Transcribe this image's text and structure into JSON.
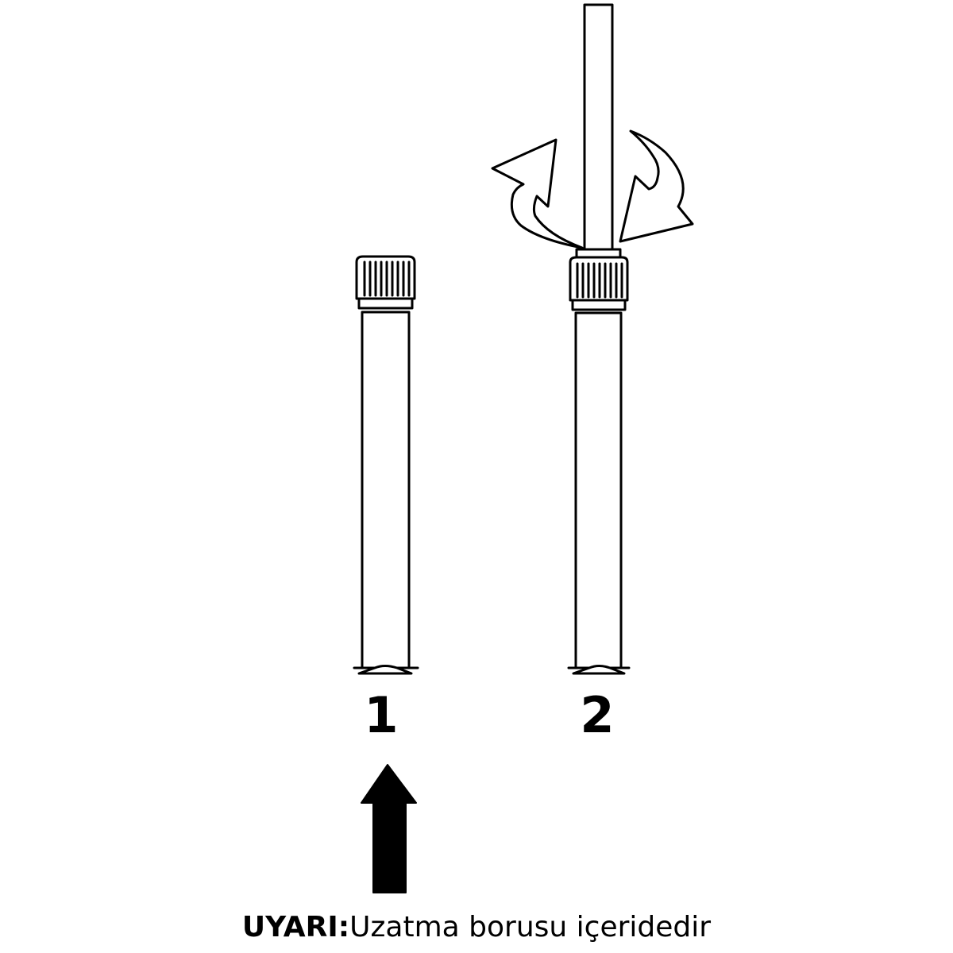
{
  "steps": [
    {
      "number": "1"
    },
    {
      "number": "2"
    }
  ],
  "warning": {
    "title": "UYARI:",
    "text": "Uzatma borusu içeridedir"
  },
  "icons": {
    "rotate": "rotate-arrows-icon",
    "push_up": "arrow-up-icon"
  }
}
